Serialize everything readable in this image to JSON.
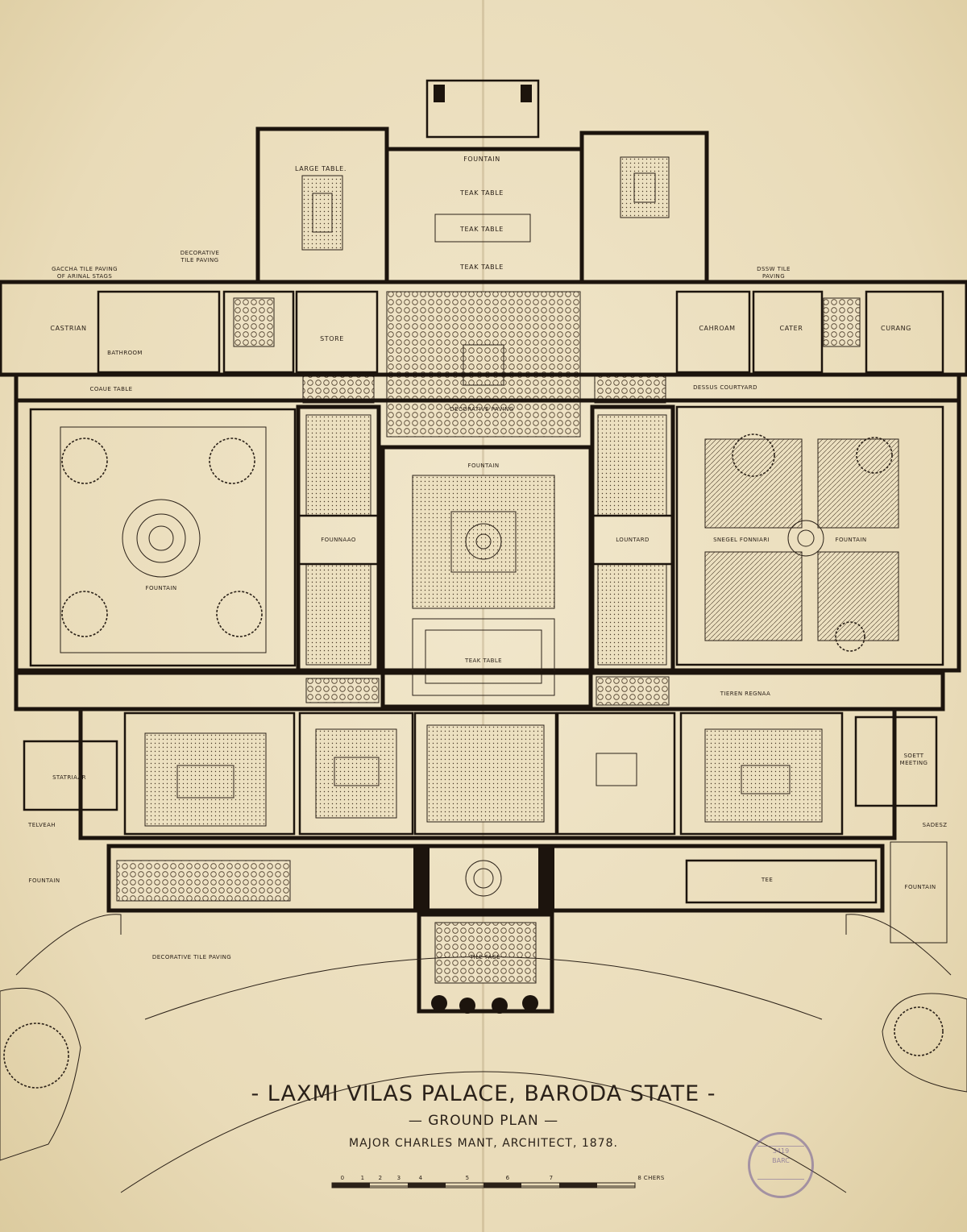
{
  "title": {
    "main": "- LAXMI VILAS PALACE, BARODA STATE -",
    "sub": "— GROUND PLAN —",
    "credit": "MAJOR CHARLES MANT, ARCHITECT, 1878."
  },
  "stamp": {
    "lines": [
      "3419",
      "BARC"
    ]
  },
  "scale_bar": {
    "ticks": [
      "0",
      "1",
      "2",
      "3",
      "4",
      "5",
      "6",
      "7"
    ],
    "unit": "8 CHERS"
  },
  "rooms": {
    "fountain_top": "FOUNTAIN",
    "large_table": "LARGE TABLE.",
    "teak_table_1": "TEAK TABLE",
    "teak_table_2": "TEAK TABLE",
    "teak_table_3": "TEAK TABLE",
    "decorative_tile_paving_top": "DECORATIVE\nTILE PAVING",
    "gachha_tile_paving": "GACCHA TILE PAVING\nOF ARINAL STAGS",
    "castrian": "CASTRIAN",
    "bathroom": "BATHROOM",
    "store": "STORE",
    "cozy_table": "COAUE TABLE",
    "dssw_tile_paving": "DSSW TILE\nPAVING",
    "cahroam": "CAHROAM",
    "cater": "CATER",
    "curang": "CURANG",
    "dessus_courtyard": "DESSUS COURTYARD",
    "fountain_centre": "FOUNTAIN",
    "fountain_left": "FOUNTAIN",
    "fountain_right": "FOUNTAIN",
    "founnaao": "FOUNNAAO",
    "lountard": "LOUNTARD",
    "snegel_fountain": "SNEGEL FONNIARI",
    "teak_table_centre": "TEAK TABLE",
    "tiered_regnaa": "TIEREN REGNAA",
    "statriaar": "STATRIAAR",
    "soett_meeting": "SOETT\nMEETING",
    "fountain_lower_left": "FOUNTAIN",
    "fountain_lower_right": "FOUNTAIN",
    "decorative_tile_paving_bottom": "DECORATIVE TILE PAVING",
    "tile_face": "TILE FACE",
    "tee": "TEE",
    "tenveah": "TELVEAH",
    "sadesz": "SADESZ",
    "decorative_paving_centre": "DECORATIVE PAVING"
  }
}
